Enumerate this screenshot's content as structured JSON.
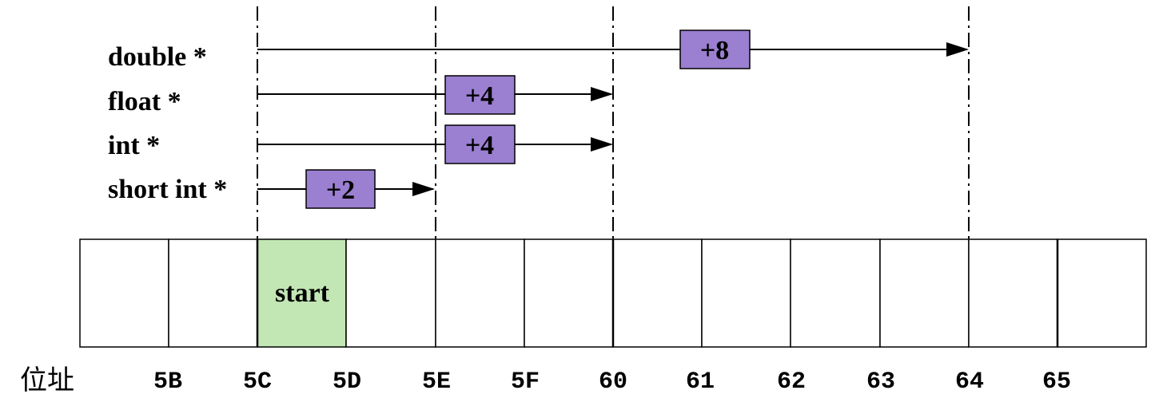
{
  "colors": {
    "offset_box": "#9b7fd1",
    "start_cell": "#c2e6b4",
    "line": "#000000"
  },
  "pointer_types": [
    {
      "label": "double *",
      "offset": "+8",
      "target": "64"
    },
    {
      "label": "float *",
      "offset": "+4",
      "target": "60"
    },
    {
      "label": "int *",
      "offset": "+4",
      "target": "60"
    },
    {
      "label": "short int *",
      "offset": "+2",
      "target": "5E"
    }
  ],
  "memory": {
    "start_label": "start",
    "start_address": "5C",
    "axis_title": "位址",
    "addresses": [
      "5B",
      "5C",
      "5D",
      "5E",
      "5F",
      "60",
      "61",
      "62",
      "63",
      "64",
      "65"
    ]
  }
}
